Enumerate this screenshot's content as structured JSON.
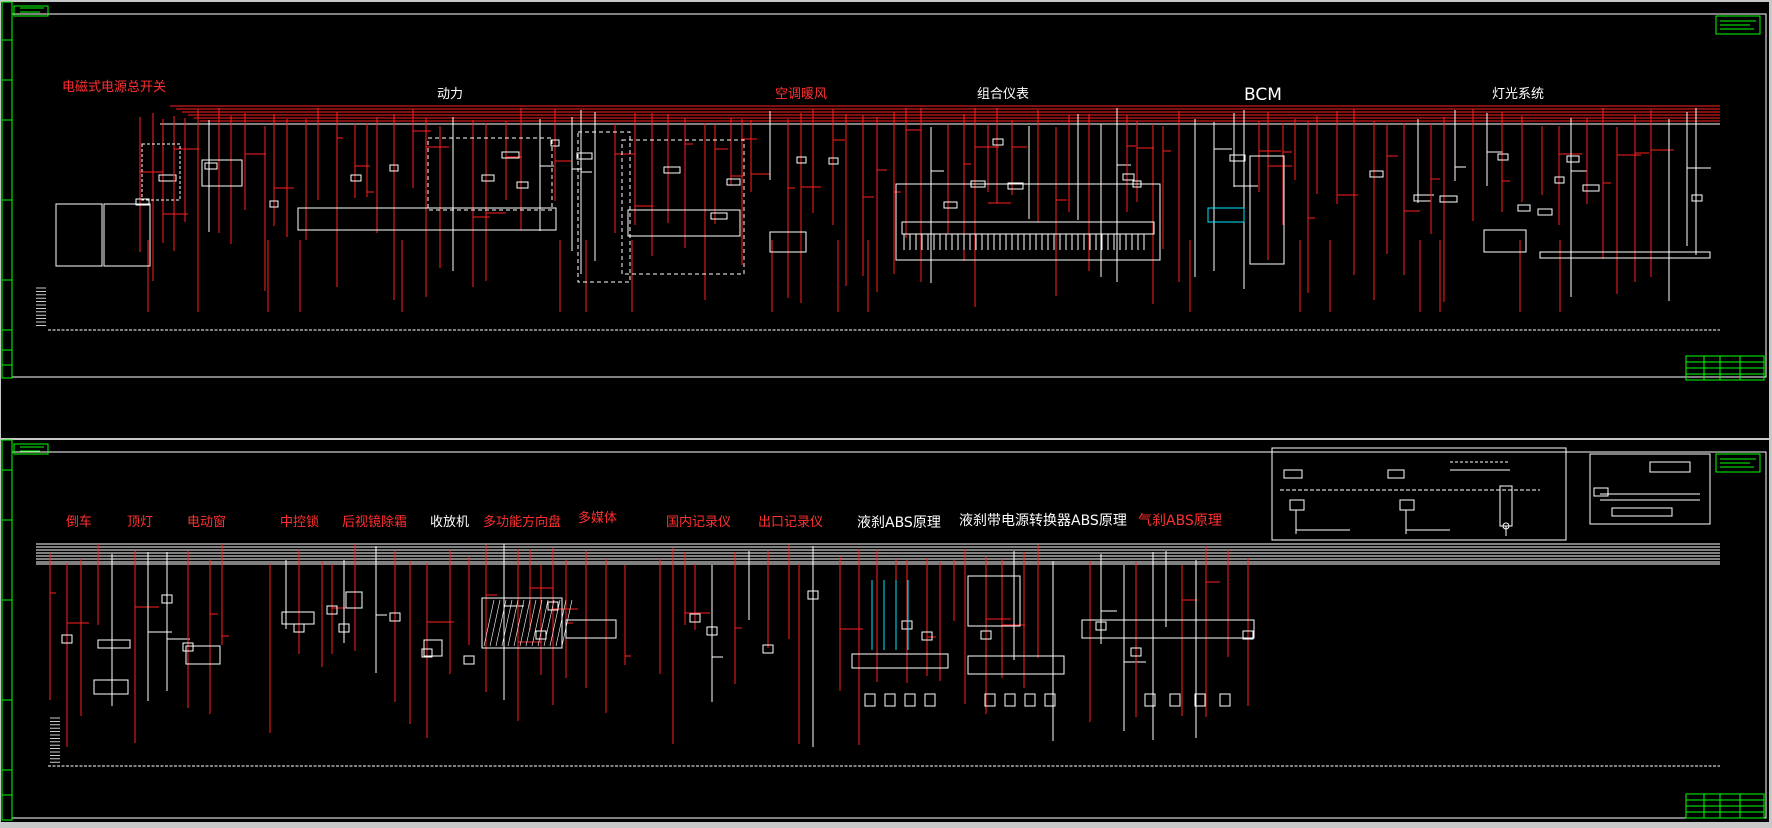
{
  "colors": {
    "background": "#000000",
    "wire_red": "#ff2020",
    "wire_white": "#ffffff",
    "accent_green": "#00ff00",
    "accent_cyan": "#00e5ff",
    "title_red": "#ff3030",
    "title_white": "#ffffff"
  },
  "sheet1": {
    "titles": [
      {
        "id": "em-power-switch",
        "text": "电磁式电源总开关",
        "color": "red"
      },
      {
        "id": "power",
        "text": "动力",
        "color": "white"
      },
      {
        "id": "ac-heater",
        "text": "空调暖风",
        "color": "red"
      },
      {
        "id": "cluster",
        "text": "组合仪表",
        "color": "white"
      },
      {
        "id": "bcm",
        "text": "BCM",
        "color": "white"
      },
      {
        "id": "lighting",
        "text": "灯光系统",
        "color": "white"
      }
    ]
  },
  "sheet2": {
    "titles": [
      {
        "id": "reverse",
        "text": "倒车",
        "color": "red"
      },
      {
        "id": "roof-light",
        "text": "顶灯",
        "color": "red"
      },
      {
        "id": "power-window",
        "text": "电动窗",
        "color": "red"
      },
      {
        "id": "central-lock",
        "text": "中控锁",
        "color": "red"
      },
      {
        "id": "mirror-defrost",
        "text": "后视镜除霜",
        "color": "red"
      },
      {
        "id": "radio",
        "text": "收放机",
        "color": "white"
      },
      {
        "id": "mf-wheel",
        "text": "多功能方向盘",
        "color": "red"
      },
      {
        "id": "multimedia",
        "text": "多媒体",
        "color": "red"
      },
      {
        "id": "dom-recorder",
        "text": "国内记录仪",
        "color": "red"
      },
      {
        "id": "exp-recorder",
        "text": "出口记录仪",
        "color": "red"
      },
      {
        "id": "hyd-abs",
        "text": "液刹ABS原理",
        "color": "white"
      },
      {
        "id": "hyd-abs-conv",
        "text": "液刹带电源转换器ABS原理",
        "color": "white"
      },
      {
        "id": "air-abs",
        "text": "气刹ABS原理",
        "color": "red"
      }
    ]
  }
}
